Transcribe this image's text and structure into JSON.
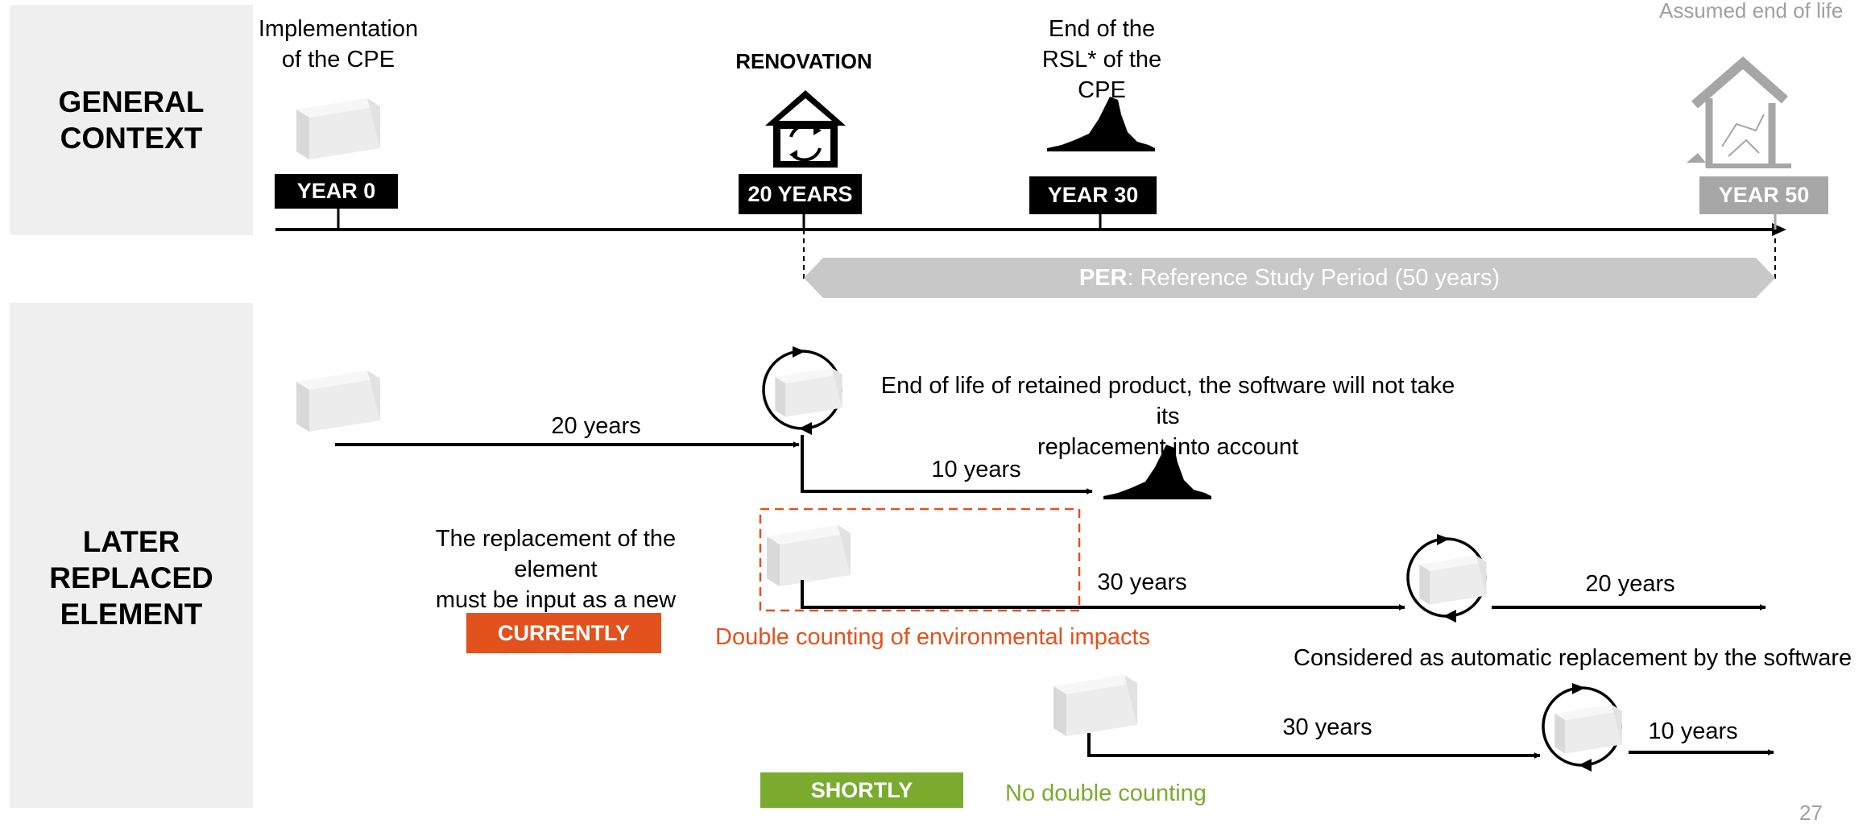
{
  "corner_note": "Assumed end of life",
  "general": {
    "title": "GENERAL\nCONTEXT",
    "impl_label": "Implementation\nof the CPE",
    "renovation_label": "RENOVATION",
    "rsl_label": "End of the\nRSL* of the\nCPE",
    "year0": "YEAR 0",
    "year20": "20 YEARS",
    "year30": "YEAR 30",
    "year50": "YEAR 50",
    "per_bold": "PER",
    "per_rest": ": Reference Study Period (50 years)"
  },
  "later": {
    "title": "LATER\nREPLACED\nELEMENT",
    "span_20": "20 years",
    "eol_text": "End of life of retained product, the software will not take its\nreplacement into account",
    "span_10": "10 years",
    "replacement_text": "The replacement of the element\nmust be input as a new element",
    "currently": "CURRENTLY",
    "double_counting": "Double counting of environmental impacts",
    "span_30a": "30 years",
    "span_20b": "20 years",
    "automatic": "Considered as automatic replacement by the software",
    "span_30b": "30 years",
    "span_10b": "10 years",
    "shortly": "SHORTLY",
    "no_double": "No double counting"
  },
  "colors": {
    "section_bg": "#efefef",
    "black": "#000000",
    "gray": "#a6a6a6",
    "orange": "#e2521c",
    "green": "#7aab2f",
    "per_bar": "#c8c8c8"
  },
  "page_number": "27"
}
